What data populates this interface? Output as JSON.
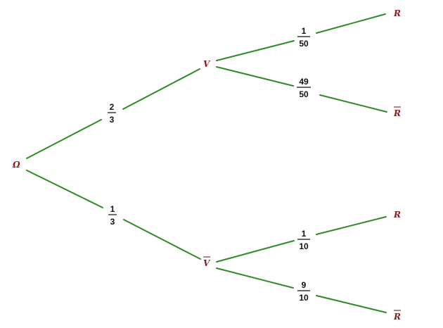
{
  "tree": {
    "root": "Ω",
    "level1": [
      {
        "node": "V",
        "complement": false,
        "prob_num": "2",
        "prob_den": "3"
      },
      {
        "node": "V",
        "complement": true,
        "prob_num": "1",
        "prob_den": "3"
      }
    ],
    "level2": [
      {
        "parent": 0,
        "node": "R",
        "complement": false,
        "prob_num": "1",
        "prob_den": "50"
      },
      {
        "parent": 0,
        "node": "R",
        "complement": true,
        "prob_num": "49",
        "prob_den": "50"
      },
      {
        "parent": 1,
        "node": "R",
        "complement": false,
        "prob_num": "1",
        "prob_den": "10"
      },
      {
        "parent": 1,
        "node": "R",
        "complement": true,
        "prob_num": "9",
        "prob_den": "10"
      }
    ],
    "colors": {
      "branch": "#2e8b22",
      "node": "#8b1a1a",
      "probability": "#111111"
    }
  }
}
